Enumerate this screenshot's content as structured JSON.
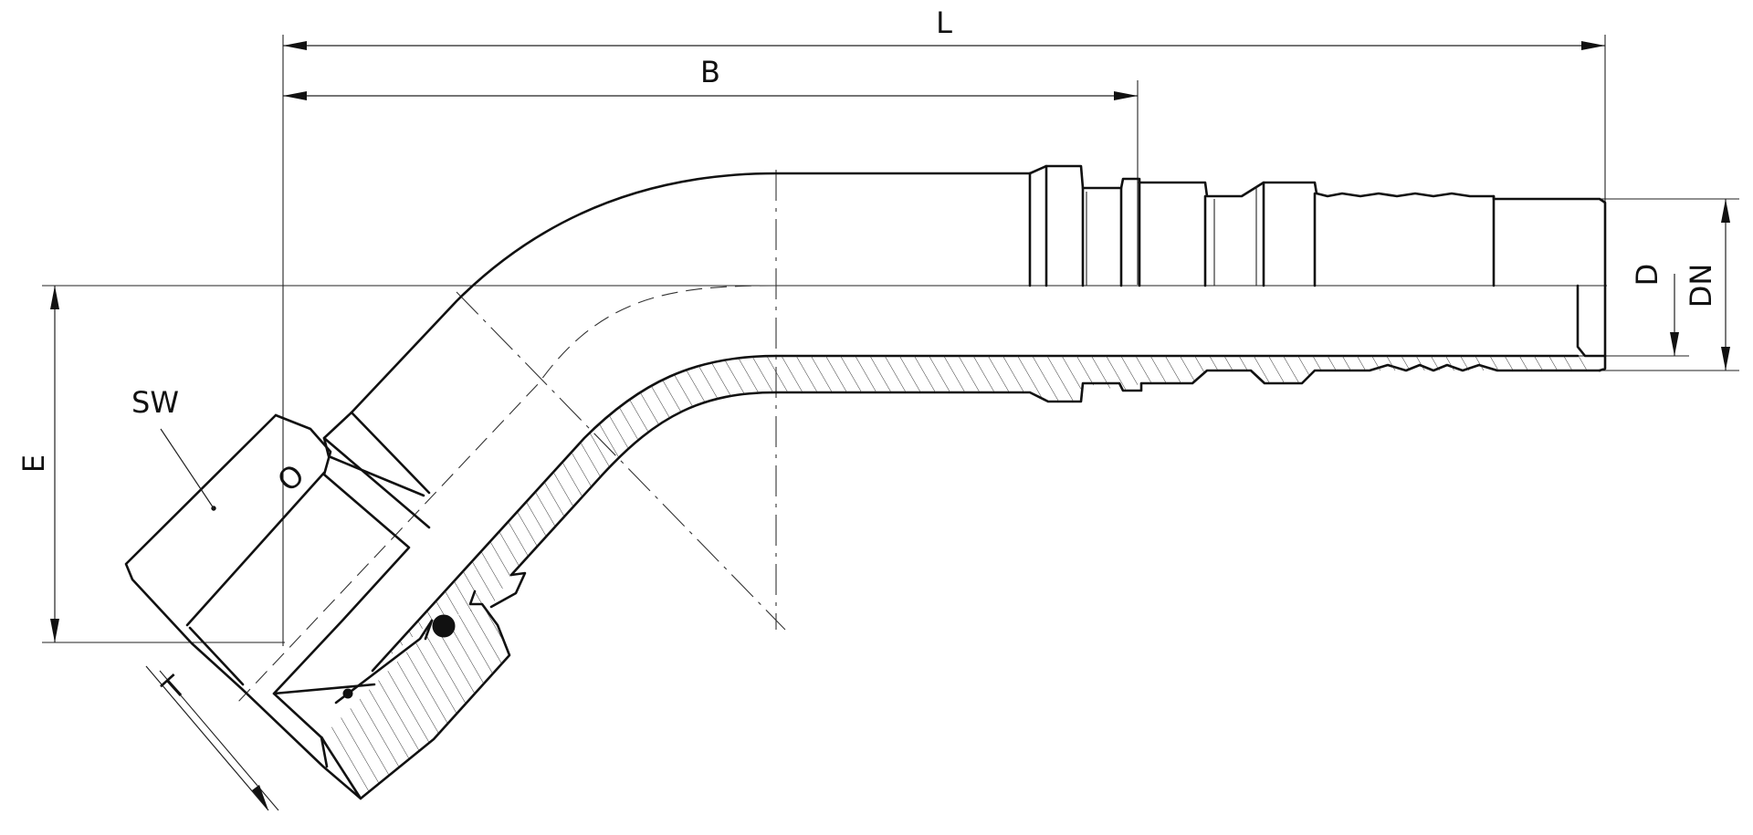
{
  "labels": {
    "L": "L",
    "B": "B",
    "D": "D",
    "DN": "DN",
    "E": "E",
    "SW": "SW",
    "T": "T",
    "O": "O"
  },
  "colors": {
    "line": "#111111",
    "background": "#ffffff"
  }
}
